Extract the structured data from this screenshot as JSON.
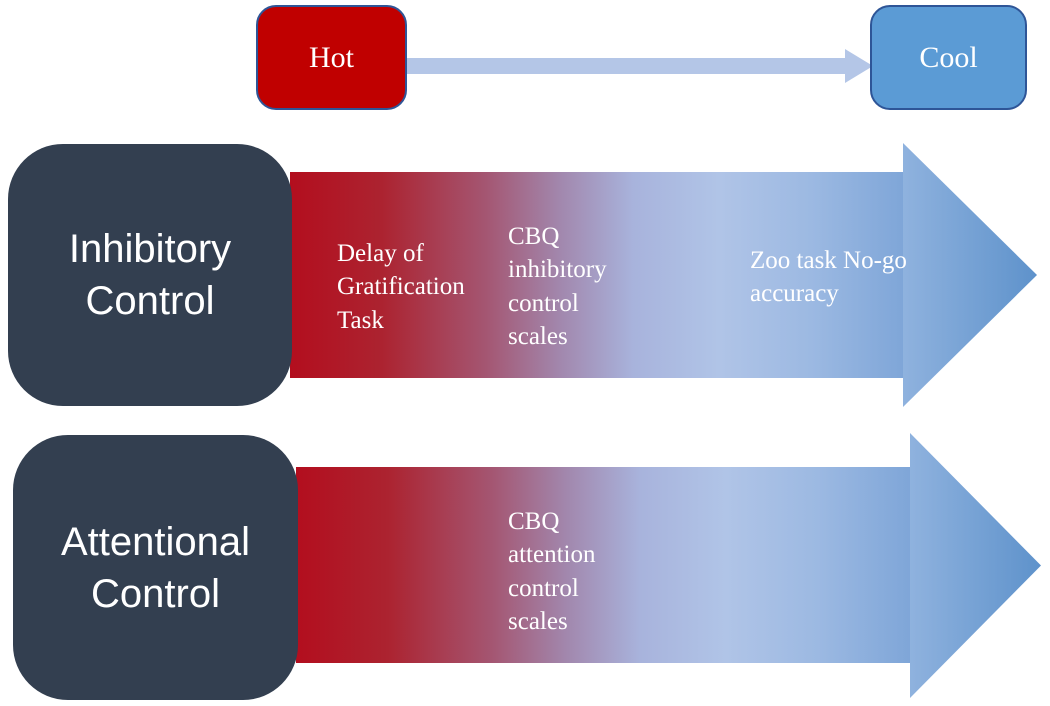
{
  "header": {
    "hot_label": "Hot",
    "cool_label": "Cool"
  },
  "rows": [
    {
      "label": "Inhibitory\nControl",
      "measures": [
        {
          "text": "Delay of\nGratification\nTask"
        },
        {
          "text": "CBQ\ninhibitory\ncontrol\nscales"
        },
        {
          "text": "Zoo task No-go\naccuracy"
        }
      ]
    },
    {
      "label": "Attentional\nControl",
      "measures": [
        {
          "text": "CBQ\nattention\ncontrol\nscales"
        }
      ]
    }
  ],
  "colors": {
    "hot_red": "#c00000",
    "cool_blue": "#5b9bd5",
    "box_border_blue": "#2e5597",
    "connector_blue": "#b4c6e7",
    "category_box_dark": "#333f50",
    "arrow_gradient_red": "#b30e1e",
    "arrow_gradient_light_blue": "#b0c4e7",
    "arrow_head_blue": "#5e92cb",
    "text_white": "#ffffff"
  }
}
